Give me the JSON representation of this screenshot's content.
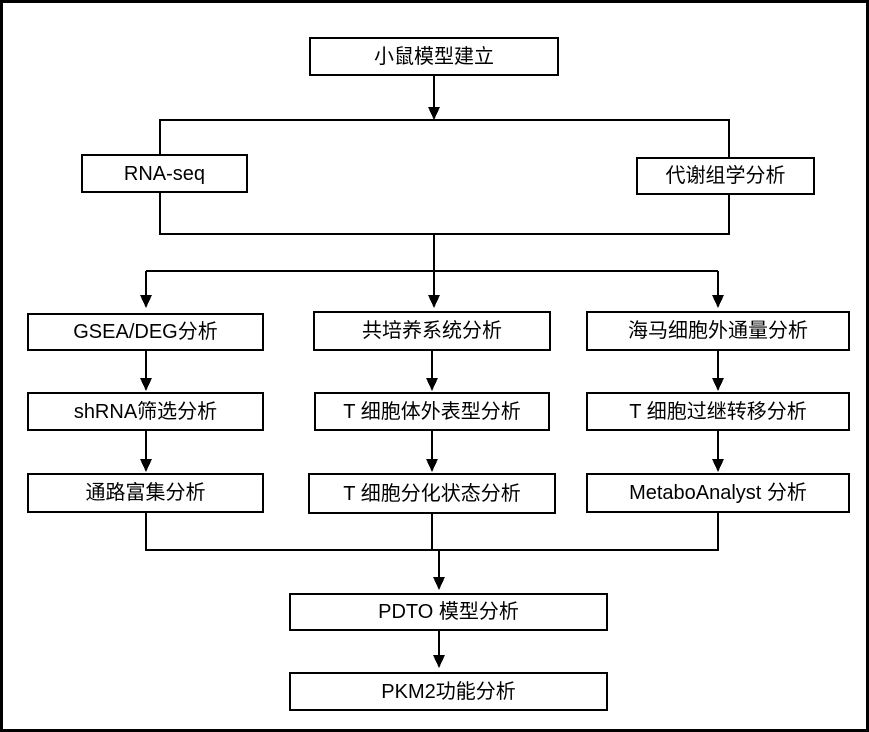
{
  "diagram": {
    "nodes": {
      "mouse_model": {
        "label": "小鼠模型建立"
      },
      "rna_seq": {
        "label": "RNA-seq"
      },
      "metabolomics": {
        "label": "代谢组学分析"
      },
      "gsea_deg": {
        "label": "GSEA/DEG分析"
      },
      "shrna_screen": {
        "label": "shRNA筛选分析"
      },
      "pathway_enrichment": {
        "label": "通路富集分析"
      },
      "coculture_system": {
        "label": "共培养系统分析"
      },
      "t_cell_phenotype": {
        "label": "T 细胞体外表型分析"
      },
      "t_cell_differentiation": {
        "label": "T 细胞分化状态分析"
      },
      "seahorse_flux": {
        "label": "海马细胞外通量分析"
      },
      "t_cell_transfer": {
        "label": "T 细胞过继转移分析"
      },
      "metaboanalyst": {
        "label": "MetaboAnalyst 分析"
      },
      "pdto_model": {
        "label": "PDTO 模型分析"
      },
      "pkm2_function": {
        "label": "PKM2功能分析"
      }
    },
    "groups": {
      "omics_group": {
        "members": [
          "rna_seq",
          "metabolomics"
        ]
      }
    },
    "edges": [
      {
        "from": "mouse_model",
        "to": "omics_group"
      },
      {
        "from": "omics_group",
        "to": "gsea_deg"
      },
      {
        "from": "omics_group",
        "to": "coculture_system"
      },
      {
        "from": "omics_group",
        "to": "seahorse_flux"
      },
      {
        "from": "gsea_deg",
        "to": "shrna_screen"
      },
      {
        "from": "shrna_screen",
        "to": "pathway_enrichment"
      },
      {
        "from": "coculture_system",
        "to": "t_cell_phenotype"
      },
      {
        "from": "t_cell_phenotype",
        "to": "t_cell_differentiation"
      },
      {
        "from": "seahorse_flux",
        "to": "t_cell_transfer"
      },
      {
        "from": "t_cell_transfer",
        "to": "metaboanalyst"
      },
      {
        "from": "pathway_enrichment",
        "to": "pdto_model"
      },
      {
        "from": "t_cell_differentiation",
        "to": "pdto_model"
      },
      {
        "from": "metaboanalyst",
        "to": "pdto_model"
      },
      {
        "from": "pdto_model",
        "to": "pkm2_function"
      }
    ],
    "colors": {
      "line": "#000000",
      "box_border": "#000000",
      "box_fill": "#ffffff",
      "background": "#ffffff"
    }
  }
}
